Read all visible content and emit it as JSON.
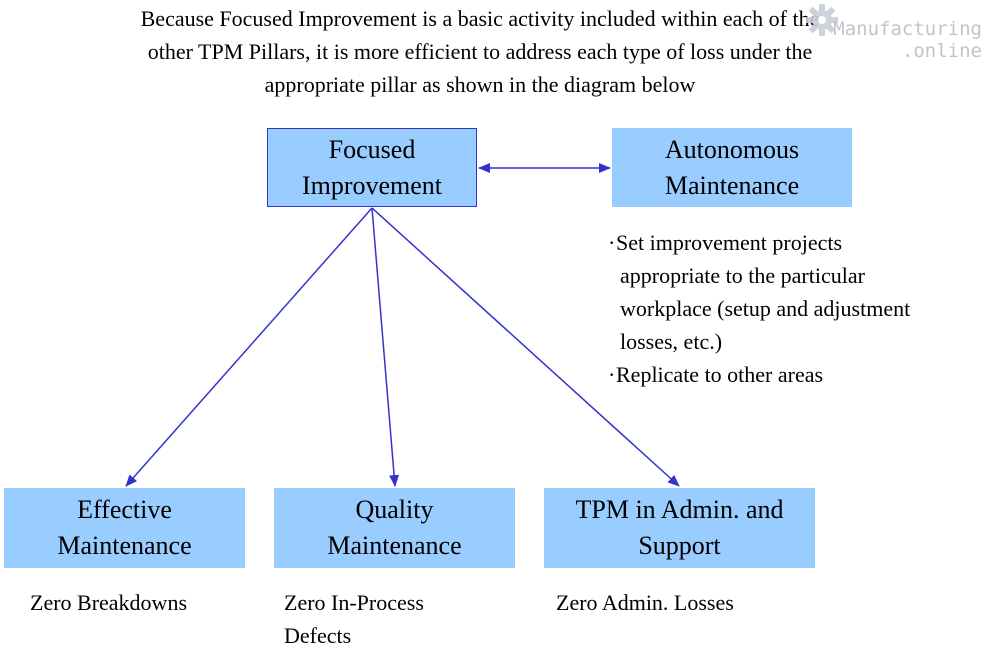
{
  "intro": {
    "line1": "Because Focused Improvement is a basic activity included within each of the",
    "line2": "other TPM Pillars, it is more efficient to address each type of loss under the",
    "line3": "appropriate pillar as shown in the diagram below"
  },
  "boxes": {
    "focused_improvement": [
      "Focused",
      "Improvement"
    ],
    "autonomous_maintenance": [
      "Autonomous",
      "Maintenance"
    ],
    "effective_maintenance": [
      "Effective",
      "Maintenance"
    ],
    "quality_maintenance": [
      "Quality",
      "Maintenance"
    ],
    "tpm_admin": [
      "TPM in Admin. and",
      "Support"
    ]
  },
  "autonomous_notes": {
    "bullet": "·",
    "item1": [
      "Set improvement projects",
      "appropriate to the particular",
      "workplace (setup and adjustment",
      "losses, etc.)"
    ],
    "item2": "Replicate to other areas"
  },
  "goals": {
    "effective": "Zero Breakdowns",
    "quality": [
      "Zero In-Process",
      "Defects"
    ],
    "admin": "Zero Admin. Losses"
  },
  "watermark": {
    "line1": "Manufacturing",
    "line2": ".online",
    "gear_icon": "gear-icon"
  },
  "colors": {
    "box_fill": "#99ccff",
    "arrow": "#3333cc",
    "watermark": "#b9bec6"
  }
}
